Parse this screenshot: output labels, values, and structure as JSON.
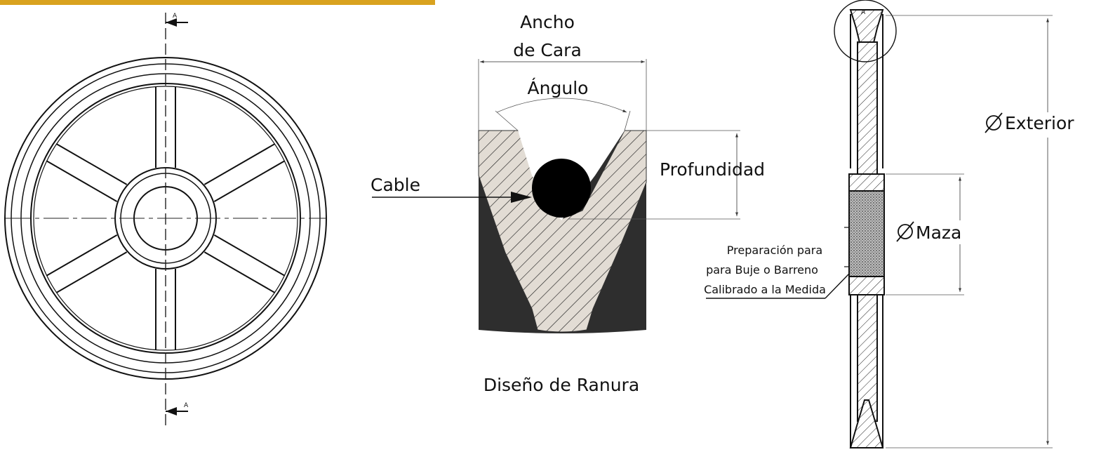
{
  "section_marker": "A",
  "labels": {
    "face_width_line1": "Ancho",
    "face_width_line2": "de Cara",
    "angle": "Ángulo",
    "depth": "Profundidad",
    "cable": "Cable",
    "groove_design": "Diseño de Ranura",
    "outer_diameter": "Exterior",
    "hub_diameter": "Maza",
    "diameter_symbol": "∅",
    "bore_prep_line1": "Preparación para",
    "bore_prep_line2": "para Buje o Barreno",
    "bore_prep_line3": "Calibrado a la Medida"
  },
  "colors": {
    "accent_bar": "#d9a21f",
    "hatch_fill": "#e2dcd4",
    "dark_body": "#2e2e2e",
    "line": "#111111"
  },
  "icons": {
    "section_arrow": "section-arrow-icon",
    "diameter": "diameter-symbol-icon"
  }
}
